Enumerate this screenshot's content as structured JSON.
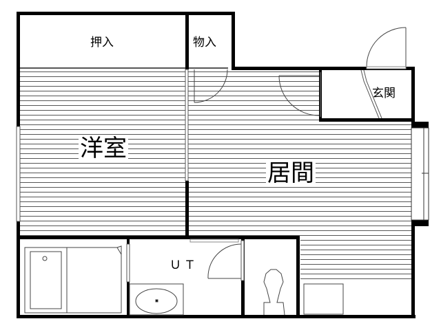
{
  "floorplan": {
    "rooms": {
      "closet_main": {
        "label": "押入"
      },
      "storage": {
        "label": "物入"
      },
      "entrance": {
        "label": "玄関"
      },
      "western_room": {
        "label": "洋室"
      },
      "living_room": {
        "label": "居間"
      },
      "utility": {
        "label": "ＵＴ"
      }
    },
    "fixtures": [
      "bathtub",
      "washbasin",
      "toilet",
      "kitchen-counter"
    ],
    "colors": {
      "wall": "#000000",
      "floor_lines": "#555555",
      "background": "#ffffff"
    }
  }
}
